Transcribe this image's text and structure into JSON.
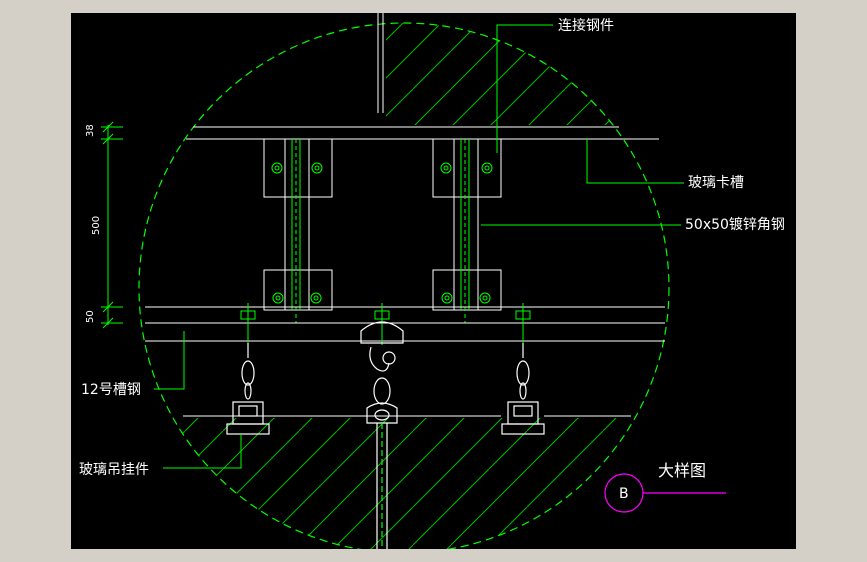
{
  "labels": {
    "connect_steel": "连接钢件",
    "glass_slot": "玻璃卡槽",
    "angle_steel": "50x50镀锌角钢",
    "channel_steel": "12号槽钢",
    "glass_hanger": "玻璃吊挂件",
    "detail_title": "大样图",
    "detail_marker": "B"
  },
  "dimensions": {
    "top": "38",
    "middle": "500",
    "bottom": "50"
  },
  "colors": {
    "background": "#000000",
    "frame": "#d4d0c8",
    "green": "#00ff00",
    "white": "#ffffff",
    "magenta": "#ff00ff",
    "hatch": "#00c000"
  }
}
